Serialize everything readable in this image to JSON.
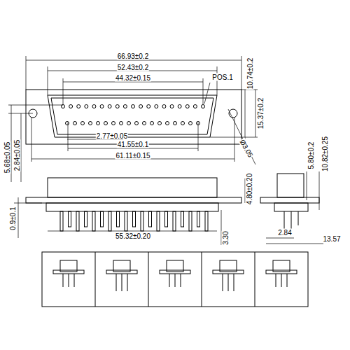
{
  "diagram": {
    "labels": [
      "66.93±0.2",
      "52.43±0.2",
      "44.32±0.15",
      "POS.1",
      "10.74±0.2",
      "15.37±0.2",
      "2.77±0.05",
      "41.55±0.1",
      "61.11±0.15",
      "5.68±0.05",
      "2.84±0.05",
      "Ø3.05",
      "5.80±0.2",
      "10.82±0.25",
      "4.80±0.20",
      "0.9±0.1",
      "55.32±0.20",
      "3.30",
      "2.84",
      "13.57"
    ]
  }
}
